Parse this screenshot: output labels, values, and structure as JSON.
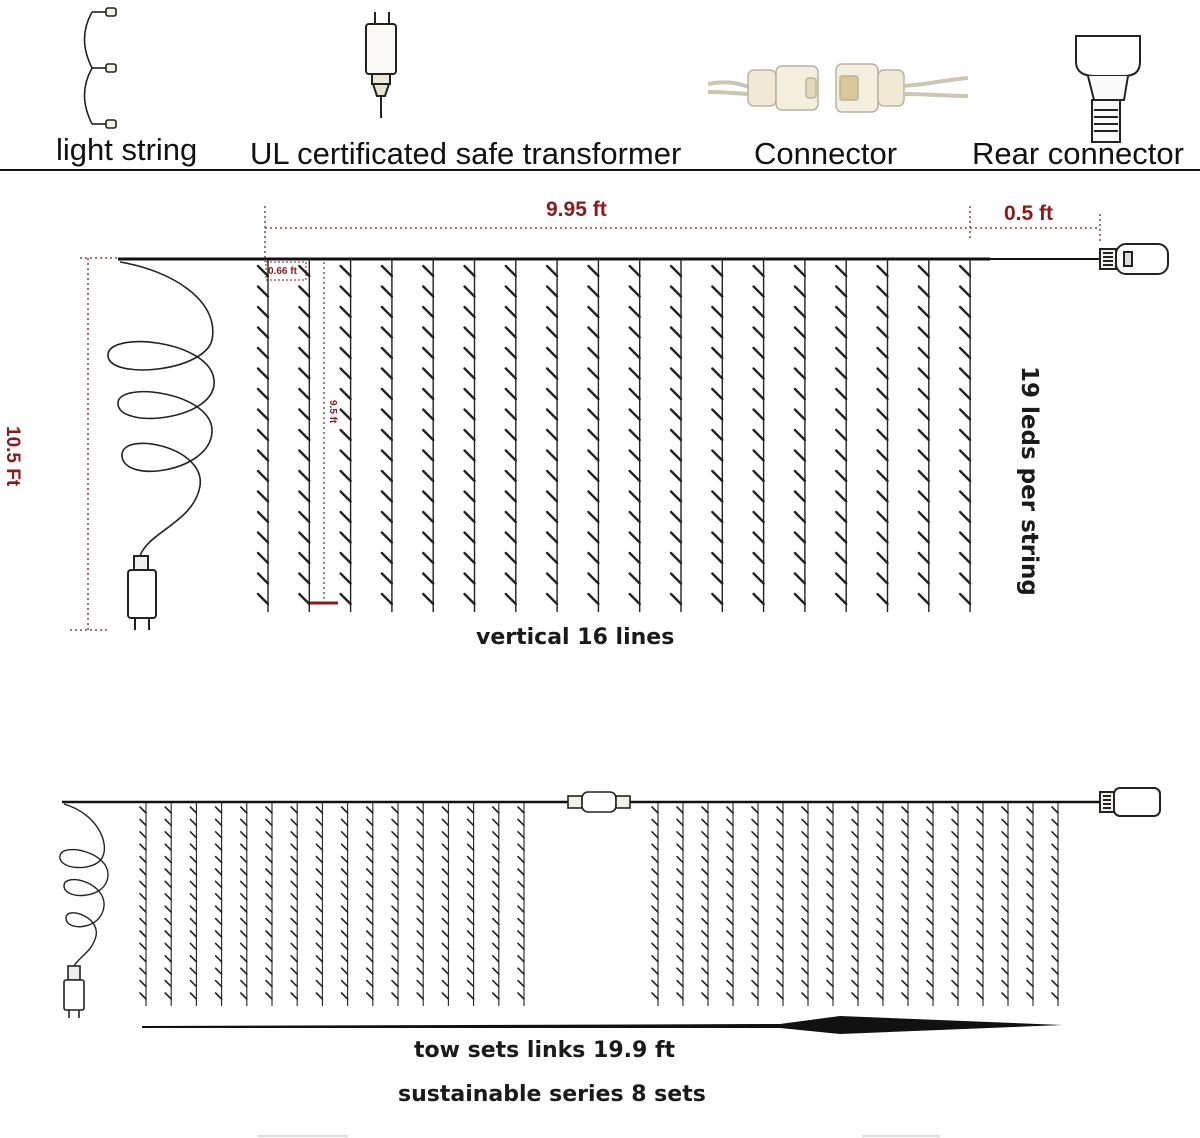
{
  "components": {
    "light_string": "light string",
    "transformer": "UL certificated safe transformer",
    "connector": "Connector",
    "rear_connector": "Rear connector"
  },
  "dimensions": {
    "width": "9.95  ft",
    "tail": "0.5 ft",
    "height": "10.5 Ft",
    "spacing": "0.66 ft",
    "drop": "9.5 ft"
  },
  "captions": {
    "leds_per_string": "19 leds  per string",
    "vertical_lines": "vertical  16  lines",
    "link_length": "tow sets links 19.9 ft",
    "series": "sustainable  series  8 sets"
  },
  "colors": {
    "dimension": "#8b1a1a",
    "wire": "#111111",
    "connector_body": "#f3efe4"
  },
  "icons": {
    "plug": "transformer-plug-icon",
    "connector_pair": "waterproof-connector-icon",
    "rear": "rear-connector-icon"
  }
}
